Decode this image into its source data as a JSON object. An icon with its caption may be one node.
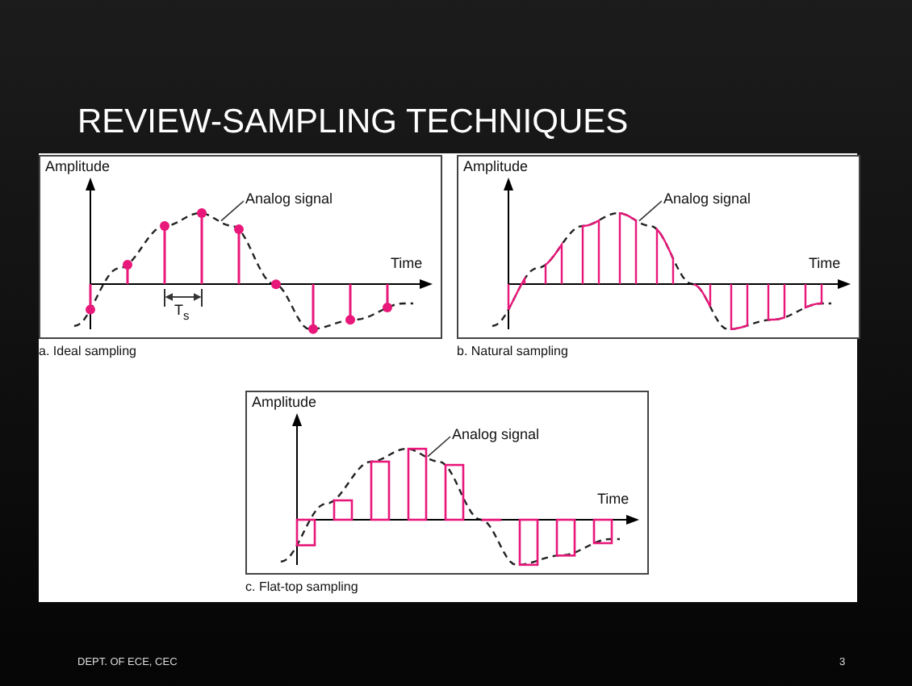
{
  "diagram": {
    "title": "REVIEW-SAMPLING TECHNIQUES",
    "nodes": [
      {
        "text": [
          "Amplitude",
          "Time",
          "T$_{s}$",
          "a. Ideal sampling"
        ]
      },
      {
        "text": [
          "Analog signal"
        ],
        "in": 0
      },
      {
        "text": [
          "Amplitude",
          "Time",
          "b. Natural sampling"
        ]
      },
      {
        "text": [
          "Analog signal"
        ],
        "in": 2
      },
      {
        "text": [
          "Amplitude",
          "Time",
          "c. Flat-top sampling"
        ]
      },
      {
        "text": [
          "Analog signal"
        ],
        "in": 4
      }
    ],
    "edges": [
      {
        "from": 1,
        "to": null,
        "arrow": "none"
      },
      {
        "from": 3,
        "to": null,
        "arrow": "none"
      },
      {
        "from": 5,
        "to": null,
        "arrow": "none"
      }
    ],
    "labels": [
      "DEPT. OF ECE, CEC",
      "3"
    ]
  }
}
